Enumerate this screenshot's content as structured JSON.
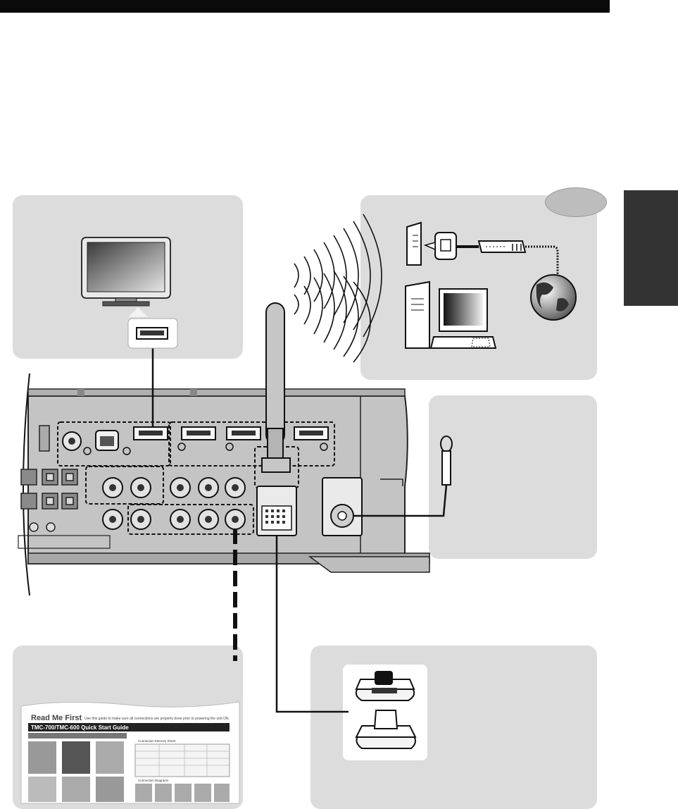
{
  "icons": {
    "top_bar": "header-bar",
    "side_tab": "section-tab",
    "tv": "tv-monitor-icon",
    "hdmi": "hdmi-connector-icon",
    "antenna": "wireless-antenna-icon",
    "wifi": "wireless-waves-icon",
    "modem": "modem-icon",
    "router": "router-icon",
    "computer": "desktop-computer-icon",
    "globe": "internet-globe-icon",
    "fm_antenna": "fm-antenna-icon",
    "dock": "ipod-dock-icon",
    "guide": "quick-start-guide-icon",
    "receiver": "receiver-rear-panel"
  },
  "colors": {
    "panel": "#dcdcdc",
    "device": "#c4c4c4",
    "bar": "#0a0a0a",
    "tab": "#333333"
  },
  "guide": {
    "heading": "Read Me First",
    "subheading": "Use this guide to make sure all connections are properly done prior to powering the unit ON.",
    "title": "TMC-700/TMC-600 Quick Start Guide",
    "section_a": "Connection Memory Sheet",
    "section_b": "Connection Diagrams"
  }
}
